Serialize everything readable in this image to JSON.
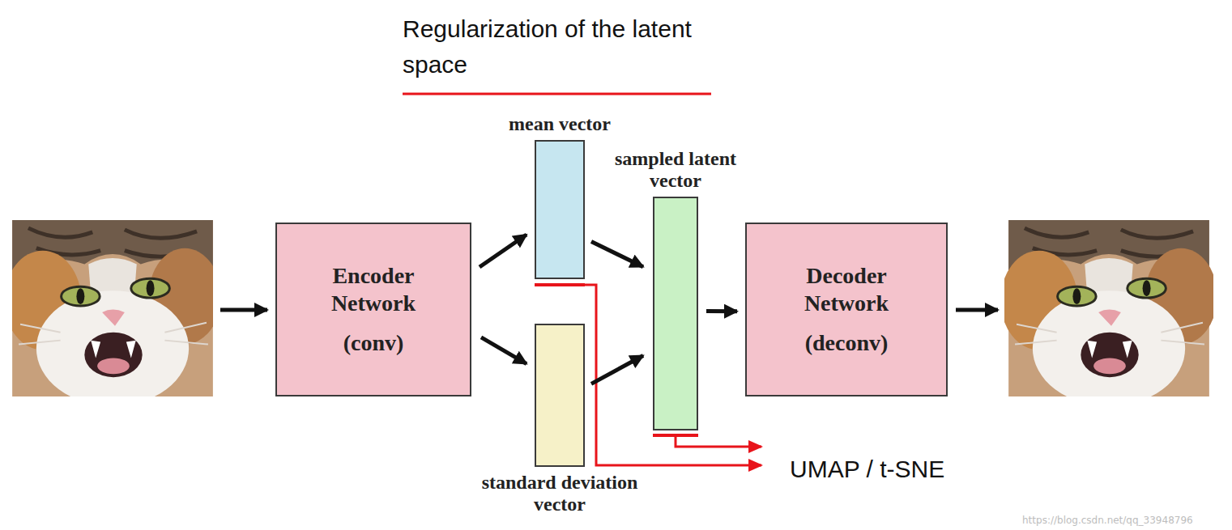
{
  "diagram": {
    "nodes": [
      {
        "text": [
          "Encoder Network",
          "(conv)"
        ]
      },
      {
        "text": [
          "mean vector"
        ]
      },
      {
        "text": [
          "standard deviation vector"
        ]
      },
      {
        "text": [
          "sampled latent vector"
        ]
      },
      {
        "text": [
          "Decoder Network",
          "(deconv)"
        ]
      }
    ],
    "edges": [
      {
        "from": 0,
        "to": 1,
        "arrow": "to"
      },
      {
        "from": 0,
        "to": 2,
        "arrow": "to"
      },
      {
        "from": 1,
        "to": 3,
        "arrow": "to"
      },
      {
        "from": 2,
        "to": 3,
        "arrow": "to"
      },
      {
        "from": 3,
        "to": 4,
        "arrow": "to"
      }
    ],
    "labels": [
      "Regularization of the latent space",
      "UMAP / t-SNE",
      "https://blog.csdn.net/qq_33948796"
    ]
  }
}
